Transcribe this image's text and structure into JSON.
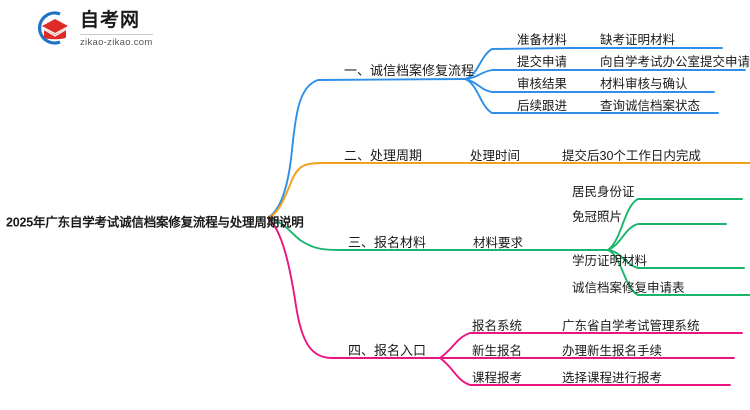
{
  "logo": {
    "brand_name": "自考网",
    "domain": "zikao-zikao.com",
    "mark_icon": "graduation-cap-icon"
  },
  "mindmap": {
    "root": "2025年广东自学考试诚信档案修复流程与处理周期说明",
    "colors": {
      "branch1": "#2f8fe8",
      "branch2": "#f0a019",
      "branch3": "#18b56a",
      "branch4": "#ec1480",
      "text": "#1a1a1a"
    },
    "branches": [
      {
        "title": "一、诚信档案修复流程",
        "color": "#2f8fe8",
        "children": [
          {
            "label": "准备材料",
            "detail": "缺考证明材料"
          },
          {
            "label": "提交申请",
            "detail": "向自学考试办公室提交申请"
          },
          {
            "label": "审核结果",
            "detail": "材料审核与确认"
          },
          {
            "label": "后续跟进",
            "detail": "查询诚信档案状态"
          }
        ]
      },
      {
        "title": "二、处理周期",
        "color": "#f0a019",
        "children": [
          {
            "label": "处理时间",
            "detail": "提交后30个工作日内完成"
          }
        ]
      },
      {
        "title": "三、报名材料",
        "color": "#18b56a",
        "children": [
          {
            "label": "材料要求",
            "items": [
              "居民身份证",
              "免冠照片",
              "学历证明材料",
              "诚信档案修复申请表"
            ]
          }
        ]
      },
      {
        "title": "四、报名入口",
        "color": "#ec1480",
        "children": [
          {
            "label": "报名系统",
            "detail": "广东省自学考试管理系统"
          },
          {
            "label": "新生报名",
            "detail": "办理新生报名手续"
          },
          {
            "label": "课程报考",
            "detail": "选择课程进行报考"
          }
        ]
      }
    ]
  }
}
